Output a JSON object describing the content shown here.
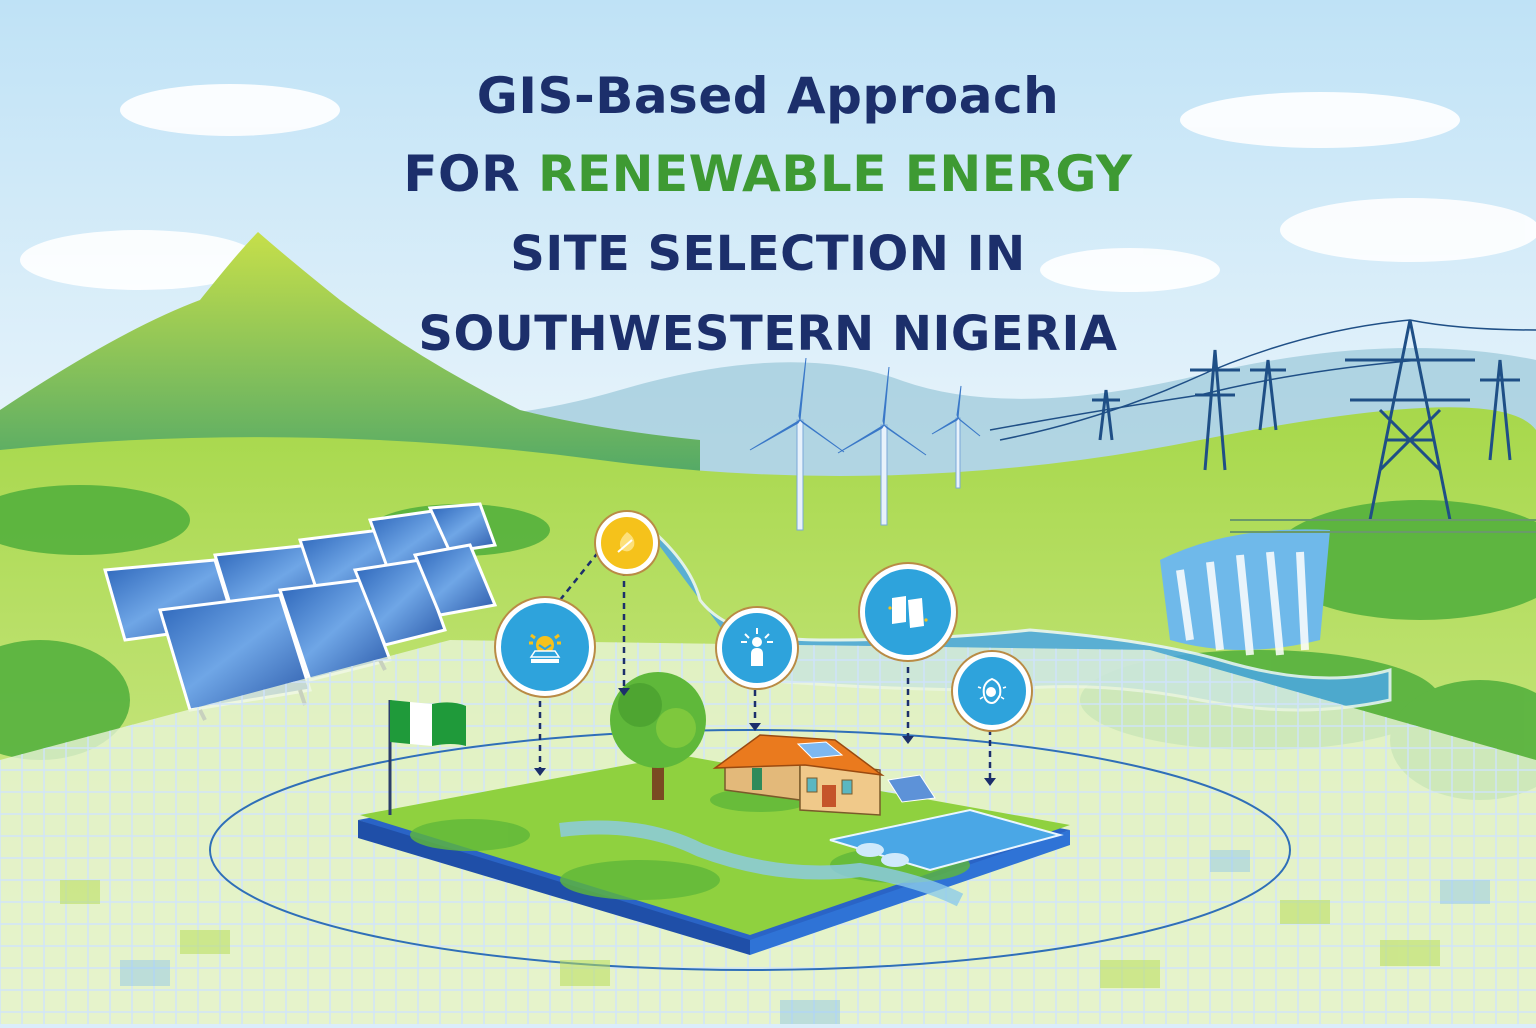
{
  "title": {
    "line1": "GIS-Based Approach",
    "line2_prefix": "FOR ",
    "line2_highlight": "RENEWABLE ENERGY",
    "line3": "SITE SELECTION IN",
    "line4": "SOUTHWESTERN NIGERIA"
  },
  "colors": {
    "title_navy": "#1c2f6b",
    "title_green": "#3e9a33",
    "pin_blue": "#2ea3dc",
    "pin_yellow": "#f5c21b",
    "sky": "#dbeefa",
    "grass": "#8ccf3a"
  },
  "illustration": {
    "elements": [
      "mountains",
      "solar-panel-array",
      "wind-turbines",
      "transmission-pylons",
      "waterfall-hydro",
      "river",
      "nigerian-flag",
      "tree",
      "house-with-solar-roof",
      "gis-grid-map",
      "land-parcel-block"
    ],
    "pins": [
      {
        "icon": "sun-leaf-icon",
        "color": "yellow"
      },
      {
        "icon": "solar-sun-icon",
        "color": "blue"
      },
      {
        "icon": "wind-light-icon",
        "color": "blue"
      },
      {
        "icon": "map-layers-icon",
        "color": "blue"
      },
      {
        "icon": "water-drop-icon",
        "color": "blue"
      }
    ]
  }
}
